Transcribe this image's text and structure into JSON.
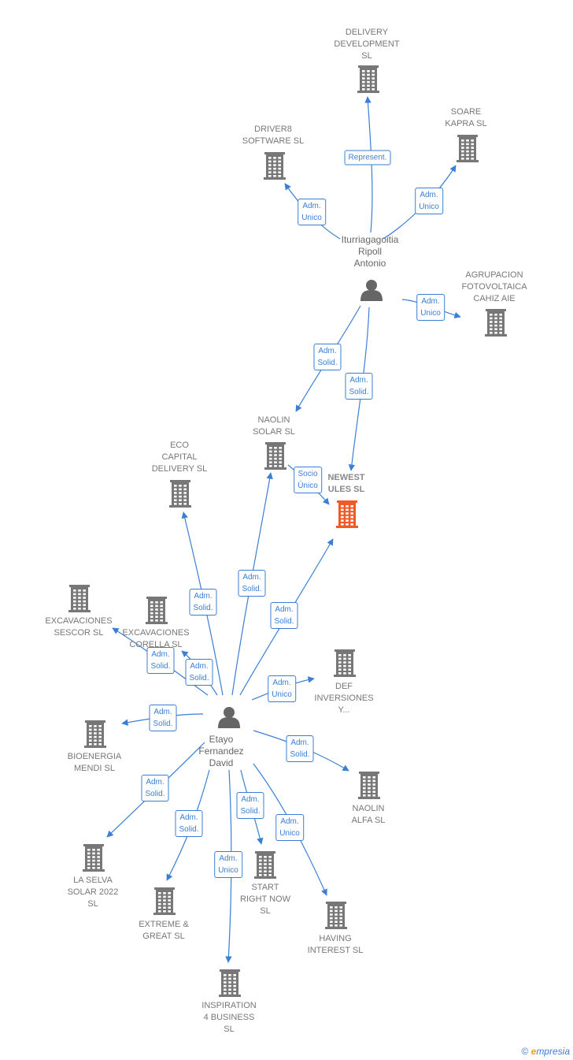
{
  "colors": {
    "edge": "#3a7fd5",
    "building": "#777777",
    "building_focus": "#f05a28",
    "person": "#666666"
  },
  "nodes": [
    {
      "id": "delivery",
      "label": "DELIVERY\nDEVELOPMENT\nSL",
      "type": "company"
    },
    {
      "id": "driver8",
      "label": "DRIVER8\nSOFTWARE  SL",
      "type": "company"
    },
    {
      "id": "soare",
      "label": "SOARE\nKAPRA SL",
      "type": "company"
    },
    {
      "id": "agrupacion",
      "label": "AGRUPACION\nFOTOVOLTAICA\nCAHIZ AIE",
      "type": "company"
    },
    {
      "id": "iturria",
      "label": "Iturriagagoitia\nRipoll\nAntonio",
      "type": "person"
    },
    {
      "id": "naolin_solar",
      "label": "NAOLIN\nSOLAR  SL",
      "type": "company"
    },
    {
      "id": "newest",
      "label": "NEWEST\nULES  SL",
      "type": "company",
      "focus": true
    },
    {
      "id": "eco",
      "label": "ECO\nCAPITAL\nDELIVERY  SL",
      "type": "company"
    },
    {
      "id": "exc_sescor",
      "label": "EXCAVACIONES\nSESCOR  SL",
      "type": "company"
    },
    {
      "id": "exc_corella",
      "label": "EXCAVACIONES\nCORELLA SL",
      "type": "company"
    },
    {
      "id": "def",
      "label": "DEF\nINVERSIONES\nY...",
      "type": "company"
    },
    {
      "id": "etayo",
      "label": "Etayo\nFernandez\nDavid",
      "type": "person"
    },
    {
      "id": "bioenergia",
      "label": "BIOENERGIA\nMENDI SL",
      "type": "company"
    },
    {
      "id": "naolin_alfa",
      "label": "NAOLIN\nALFA  SL",
      "type": "company"
    },
    {
      "id": "la_selva",
      "label": "LA SELVA\nSOLAR 2022\nSL",
      "type": "company"
    },
    {
      "id": "extreme",
      "label": "EXTREME &\nGREAT  SL",
      "type": "company"
    },
    {
      "id": "start",
      "label": "START\nRIGHT NOW\nSL",
      "type": "company"
    },
    {
      "id": "having",
      "label": "HAVING\nINTEREST  SL",
      "type": "company"
    },
    {
      "id": "inspiration",
      "label": "INSPIRATION\n4 BUSINESS\nSL",
      "type": "company"
    }
  ],
  "edges": [
    {
      "id": "e1",
      "from": "iturria",
      "to": "delivery",
      "label": "Represent."
    },
    {
      "id": "e2",
      "from": "iturria",
      "to": "driver8",
      "label": "Adm.\nUnico"
    },
    {
      "id": "e3",
      "from": "iturria",
      "to": "soare",
      "label": "Adm.\nUnico"
    },
    {
      "id": "e4",
      "from": "iturria",
      "to": "agrupacion",
      "label": "Adm.\nUnico"
    },
    {
      "id": "e5",
      "from": "iturria",
      "to": "naolin_solar",
      "label": "Adm.\nSolid."
    },
    {
      "id": "e6",
      "from": "iturria",
      "to": "newest",
      "label": "Adm.\nSolid."
    },
    {
      "id": "e7",
      "from": "etayo",
      "to": "eco",
      "label": "Adm.\nSolid."
    },
    {
      "id": "e8",
      "from": "etayo",
      "to": "naolin_solar",
      "label": "Adm.\nSolid."
    },
    {
      "id": "e9",
      "from": "etayo",
      "to": "newest",
      "label": "Adm.\nSolid."
    },
    {
      "id": "e10",
      "from": "naolin_solar",
      "to": "newest",
      "label": "Socio\nÚnico"
    },
    {
      "id": "e11",
      "from": "etayo",
      "to": "exc_sescor",
      "label": "Adm.\nSolid."
    },
    {
      "id": "e12",
      "from": "etayo",
      "to": "exc_corella",
      "label": "Adm.\nSolid."
    },
    {
      "id": "e13",
      "from": "etayo",
      "to": "def",
      "label": "Adm.\nUnico"
    },
    {
      "id": "e14",
      "from": "etayo",
      "to": "bioenergia",
      "label": "Adm.\nSolid."
    },
    {
      "id": "e15",
      "from": "etayo",
      "to": "naolin_alfa",
      "label": "Adm.\nSolid."
    },
    {
      "id": "e16",
      "from": "etayo",
      "to": "la_selva",
      "label": "Adm.\nSolid."
    },
    {
      "id": "e17",
      "from": "etayo",
      "to": "extreme",
      "label": "Adm.\nSolid."
    },
    {
      "id": "e18",
      "from": "etayo",
      "to": "start",
      "label": "Adm.\nSolid."
    },
    {
      "id": "e19",
      "from": "etayo",
      "to": "having",
      "label": "Adm.\nUnico"
    },
    {
      "id": "e20",
      "from": "etayo",
      "to": "inspiration",
      "label": "Adm.\nUnico"
    }
  ],
  "brand": {
    "copyright": "©",
    "e": "e",
    "rest": "mpresia"
  }
}
